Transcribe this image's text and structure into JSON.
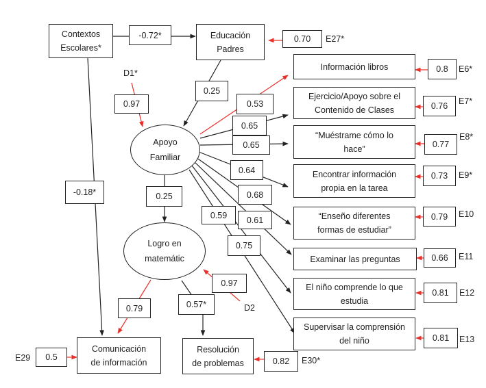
{
  "colors": {
    "line": "#222222",
    "error_arrow": "#e8302a"
  },
  "latent": {
    "apoyo": "Apoyo\nFamiliar",
    "logro": "Logro en\nmatemátic"
  },
  "observed": {
    "contextos": "Contextos\nEscolares*",
    "educacion": "Educación\nPadres",
    "info_libros": "Información libros",
    "ejercicio": "Ejercicio/Apoyo sobre el\nContenido de Clases",
    "muestrame": "“Muéstrame  cómo lo\nhace”",
    "encontrar": "Encontrar información\npropia en la tarea",
    "enseno": "“Enseño diferentes\nformas de estudiar”",
    "examinar": "Examinar las preguntas",
    "comprende": "El niño comprende lo que\nestudia",
    "supervisar": "Supervisar la comprensión\ndel niño",
    "comunicacion": "Comunicación\nde información",
    "resolucion": "Resolución\nde problemas"
  },
  "coefficients": {
    "contextos_educacion": "-0.72*",
    "contextos_comunicacion": "-0.18*",
    "educacion_apoyo": "0.25",
    "d1": "0.97",
    "apoyo_logro": "0.25",
    "info_libros": "0.53",
    "ejercicio": "0.65",
    "muestrame": "0.65",
    "encontrar": "0.64",
    "enseno": "0.68",
    "examinar": "0.61",
    "comprende": "0.59",
    "supervisar": "0.75",
    "d2": "0.97",
    "logro_comunicacion": "0.79",
    "logro_resolucion": "0.57*"
  },
  "error_terms": [
    {
      "name": "E27*",
      "value": "0.70"
    },
    {
      "name": "E6*",
      "value": "0.8"
    },
    {
      "name": "E7*",
      "value": "0.76"
    },
    {
      "name": "E8*",
      "value": "0.77"
    },
    {
      "name": "E9*",
      "value": "0.73"
    },
    {
      "name": "E10",
      "value": "0.79"
    },
    {
      "name": "E11",
      "value": "0.66"
    },
    {
      "name": "E12",
      "value": "0.81"
    },
    {
      "name": "E13",
      "value": "0.81"
    },
    {
      "name": "E29",
      "value": "0.5"
    },
    {
      "name": "E30*",
      "value": "0.82"
    }
  ],
  "disturbances": {
    "d1": "D1*",
    "d2": "D2"
  }
}
